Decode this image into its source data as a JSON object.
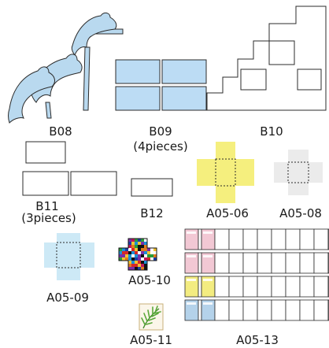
{
  "labels": {
    "b08": "B08",
    "b09": "B09",
    "b09_note": "(4pieces)",
    "b10": "B10",
    "b11": "B11",
    "b11_note": "(3pieces)",
    "b12": "B12",
    "a05_06": "A05-06",
    "a05_08": "A05-08",
    "a05_09": "A05-09",
    "a05_10": "A05-10",
    "a05_11": "A05-11",
    "a05_13": "A05-13"
  },
  "colors": {
    "dolphin": "#b9d9ef",
    "b09_fill": "#bcdcf4",
    "a05_06": "#f5ef7e",
    "a05_08": "#ebebeb",
    "a05_09": "#cde9f6",
    "a05_13_rows": [
      "#f2c8d4",
      "#f2c8d4",
      "#f3ec80",
      "#b4d2ea"
    ],
    "outline": "#2b2b2b"
  },
  "icons": {
    "a05_11": "fern-leaf-card"
  }
}
